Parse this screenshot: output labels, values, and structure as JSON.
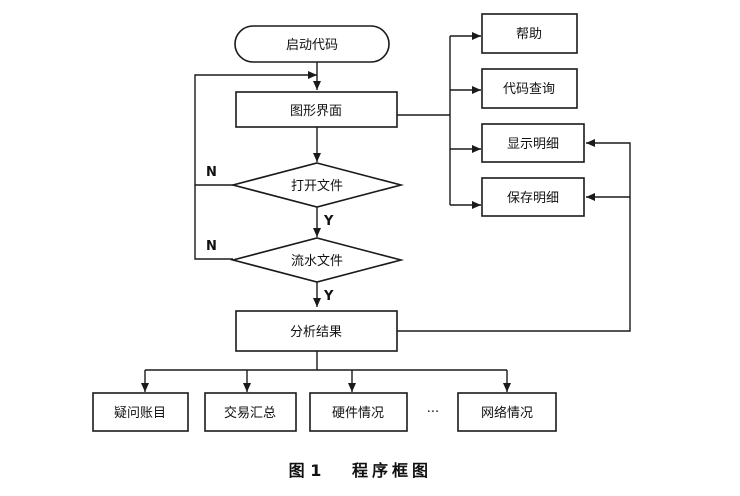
{
  "nodes": {
    "start": "启动代码",
    "gui": "图形界面",
    "open_file": "打开文件",
    "flow_file": "流水文件",
    "analyze": "分析结果",
    "help": "帮助",
    "code_query": "代码查询",
    "show_detail": "显示明细",
    "save_detail": "保存明细",
    "suspicious_records": "疑问账目",
    "transaction_summary": "交易汇总",
    "hardware_status": "硬件情况",
    "ellipsis": "···",
    "network_status": "网络情况"
  },
  "edge_labels": {
    "open_no": "N",
    "open_yes": "Y",
    "flow_no": "N",
    "flow_yes": "Y"
  },
  "caption": {
    "figure_number": "图 1",
    "title": "程序框图"
  }
}
